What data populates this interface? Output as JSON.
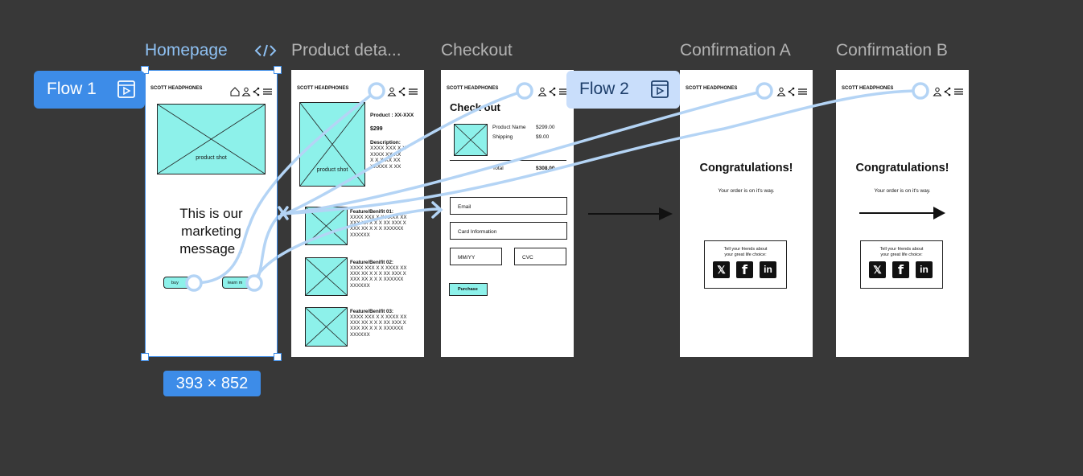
{
  "frame_titles": {
    "homepage": "Homepage",
    "product": "Product deta...",
    "checkout": "Checkout",
    "confirm_a": "Confirmation A",
    "confirm_b": "Confirmation B"
  },
  "dev_mode_icon": "code-icon",
  "flows": {
    "flow1": "Flow 1",
    "flow2": "Flow 2"
  },
  "dimensions": "393 × 852",
  "brand": "SCOTT HEADPHONES",
  "homepage": {
    "product_shot": "product shot",
    "marketing": [
      "This is our",
      "marketing",
      "message ."
    ],
    "buy_label": "buy",
    "learn_label": "learn m"
  },
  "product": {
    "product_shot": "product shot",
    "product_code": "Product : XX-XXX",
    "price": "$299",
    "desc_title": "Description:",
    "desc_lines": [
      "XXXX XXX X X",
      "XXXX XX XX",
      "X X X XX XX",
      "XXXXX X XX"
    ],
    "features": [
      {
        "title": "Feature/Benifit 01:",
        "lines": [
          "XXXX XXX X X  XXXX XX",
          "XXX XX X X X XX XXX X",
          "XXX XX X X X XXXXXX",
          "XXXXXX"
        ]
      },
      {
        "title": "Feature/Benifit 02:",
        "lines": [
          "XXXX XXX X X  XXXX XX",
          "XXX XX X X X XX XXX X",
          "XXX XX X X X XXXXXX",
          "XXXXXX"
        ]
      },
      {
        "title": "Feature/Benifit 03:",
        "lines": [
          "XXXX XXX X X  XXXX XX",
          "XXX XX X X X XX XXX X",
          "XXX XX X X X XXXXXX",
          "XXXXXX"
        ]
      }
    ]
  },
  "checkout": {
    "title": "Check out",
    "product_name": "Product Name",
    "product_price": "$299.00",
    "shipping": "Shipping",
    "shipping_price": "$9.00",
    "total": "Total",
    "total_price": "$308.00",
    "email": "Email",
    "card": "Card Information",
    "mmyy": "MM/YY",
    "cvc": "CVC",
    "purchase": "Purchase"
  },
  "confirmation": {
    "congrats": "Congratulations!",
    "order_msg": "Your order is on it's way.",
    "tell1": "Tell your friends about",
    "tell2": "your great life choice:",
    "x": "𝕏",
    "facebook": "f",
    "linkedin": "in"
  },
  "colors": {
    "canvas": "#383838",
    "selection": "#3d8ce8",
    "accent": "#8df1ea",
    "connector": "#b4d4f5"
  }
}
